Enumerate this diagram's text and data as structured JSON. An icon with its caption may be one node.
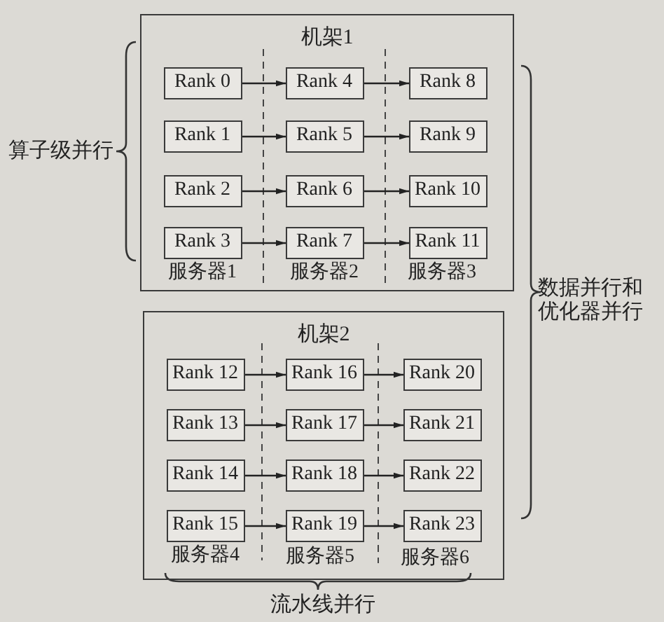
{
  "diagram": {
    "nodes": [
      {
        "text": [
          "机架1"
        ]
      },
      {
        "text": [
          "Rank 0"
        ],
        "in": 0
      },
      {
        "text": [
          "Rank 4"
        ],
        "in": 0
      },
      {
        "text": [
          "Rank 8"
        ],
        "in": 0
      },
      {
        "text": [
          "Rank 1"
        ],
        "in": 0
      },
      {
        "text": [
          "Rank 5"
        ],
        "in": 0
      },
      {
        "text": [
          "Rank 9"
        ],
        "in": 0
      },
      {
        "text": [
          "Rank 2"
        ],
        "in": 0
      },
      {
        "text": [
          "Rank 6"
        ],
        "in": 0
      },
      {
        "text": [
          "Rank 10"
        ],
        "in": 0
      },
      {
        "text": [
          "Rank 3"
        ],
        "in": 0
      },
      {
        "text": [
          "Rank 7"
        ],
        "in": 0
      },
      {
        "text": [
          "Rank 11"
        ],
        "in": 0
      },
      {
        "text": [
          "机架2"
        ]
      },
      {
        "text": [
          "Rank 12"
        ],
        "in": 13
      },
      {
        "text": [
          "Rank 16"
        ],
        "in": 13
      },
      {
        "text": [
          "Rank 20"
        ],
        "in": 13
      },
      {
        "text": [
          "Rank 13"
        ],
        "in": 13
      },
      {
        "text": [
          "Rank 17"
        ],
        "in": 13
      },
      {
        "text": [
          "Rank 21"
        ],
        "in": 13
      },
      {
        "text": [
          "Rank 14"
        ],
        "in": 13
      },
      {
        "text": [
          "Rank 18"
        ],
        "in": 13
      },
      {
        "text": [
          "Rank 22"
        ],
        "in": 13
      },
      {
        "text": [
          "Rank 15"
        ],
        "in": 13
      },
      {
        "text": [
          "Rank 19"
        ],
        "in": 13
      },
      {
        "text": [
          "Rank 23"
        ],
        "in": 13
      }
    ],
    "edges": [
      {
        "from": 1,
        "to": 2,
        "arrow": "to"
      },
      {
        "from": 2,
        "to": 3,
        "arrow": "to"
      },
      {
        "from": 4,
        "to": 5,
        "arrow": "to"
      },
      {
        "from": 5,
        "to": 6,
        "arrow": "to"
      },
      {
        "from": 7,
        "to": 8,
        "arrow": "to"
      },
      {
        "from": 8,
        "to": 9,
        "arrow": "to"
      },
      {
        "from": 10,
        "to": 11,
        "arrow": "to"
      },
      {
        "from": 11,
        "to": 12,
        "arrow": "to"
      },
      {
        "from": 14,
        "to": 15,
        "arrow": "to"
      },
      {
        "from": 15,
        "to": 16,
        "arrow": "to"
      },
      {
        "from": 17,
        "to": 18,
        "arrow": "to"
      },
      {
        "from": 18,
        "to": 19,
        "arrow": "to"
      },
      {
        "from": 20,
        "to": 21,
        "arrow": "to"
      },
      {
        "from": 21,
        "to": 22,
        "arrow": "to"
      },
      {
        "from": 23,
        "to": 24,
        "arrow": "to"
      },
      {
        "from": 24,
        "to": 25,
        "arrow": "to"
      }
    ],
    "labels": [
      "算子级并行",
      "服务器1",
      "服务器2",
      "服务器3",
      "数据并行和优化器并行",
      "服务器4",
      "服务器5",
      "服务器6",
      "流水线并行"
    ]
  }
}
